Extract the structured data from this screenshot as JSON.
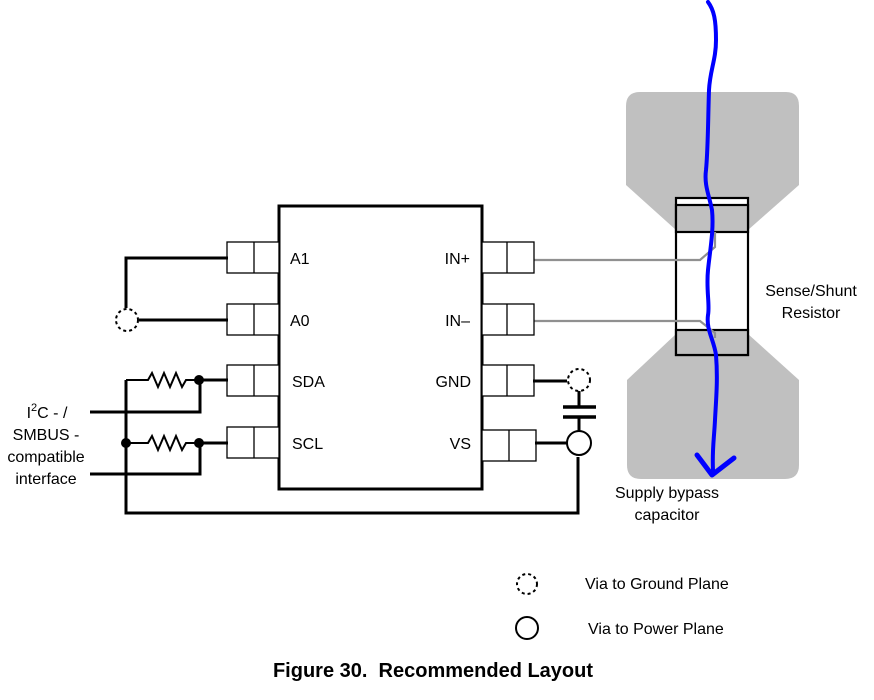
{
  "figure": {
    "title": "Figure 30.  Recommended Layout"
  },
  "chip": {
    "left_pins": [
      "A1",
      "A0",
      "SDA",
      "SCL"
    ],
    "right_pins": [
      "IN+",
      "IN–",
      "GND",
      "VS"
    ]
  },
  "interface_label": {
    "line1_prefix": "I",
    "line1_sup": "2",
    "line1_suffix": "C - /",
    "line2": "SMBUS -",
    "line3": "compatible",
    "line4": "interface"
  },
  "shunt_label": {
    "line1": "Sense/Shunt",
    "line2": "Resistor"
  },
  "bypass_label": {
    "line1": "Supply bypass",
    "line2": "capacitor"
  },
  "legend": {
    "items": [
      {
        "symbol": "dashed-circle",
        "label": "Via to Ground Plane"
      },
      {
        "symbol": "solid-circle",
        "label": "Via to Power Plane"
      }
    ]
  },
  "colors": {
    "copper_pad": "#c0c0c0",
    "current_path": "#0000ff",
    "sense_trace": "#909090"
  }
}
